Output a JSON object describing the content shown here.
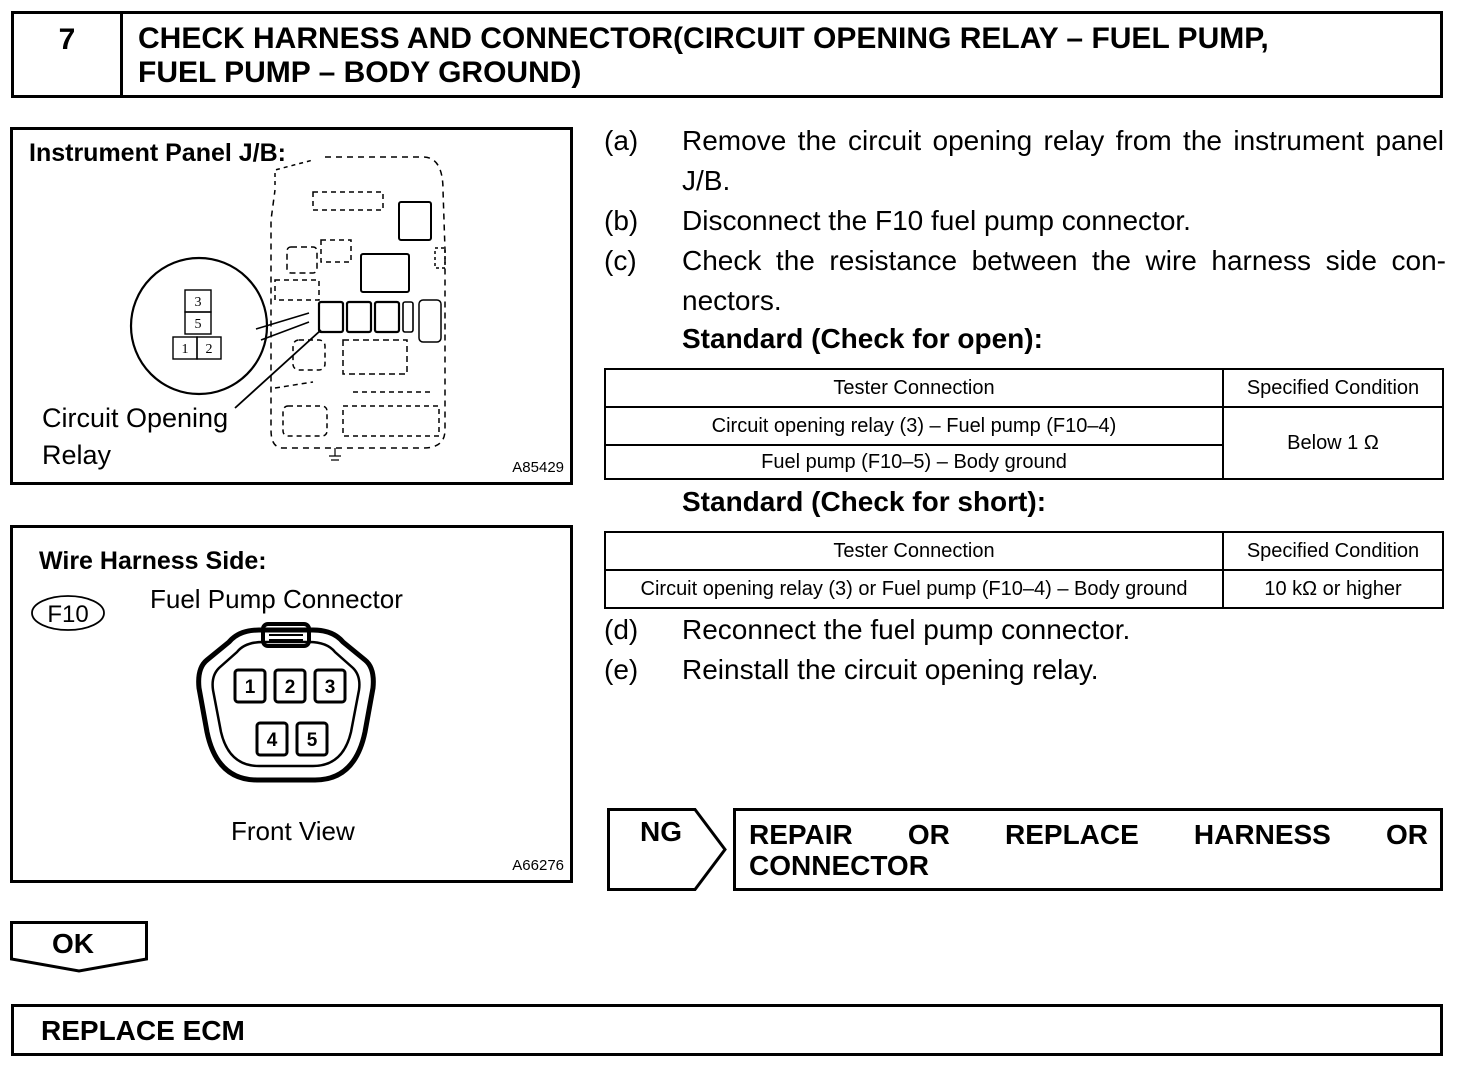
{
  "header": {
    "step_number": "7",
    "title_line1": "CHECK HARNESS AND CONNECTOR(CIRCUIT OPENING RELAY – FUEL PUMP,",
    "title_line2": "FUEL PUMP – BODY GROUND)"
  },
  "figure1": {
    "label": "Instrument Panel J/B:",
    "callout_line1": "Circuit Opening",
    "callout_line2": "Relay",
    "relay_pins": [
      "3",
      "5",
      "1",
      "2"
    ],
    "code": "A85429"
  },
  "figure2": {
    "label": "Wire Harness Side:",
    "connector_id": "F10",
    "connector_name": "Fuel Pump Connector",
    "pins": [
      "1",
      "2",
      "3",
      "4",
      "5"
    ],
    "view": "Front View",
    "code": "A66276"
  },
  "steps": [
    {
      "letter": "(a)",
      "text": "Remove the circuit opening relay from the instrument panel J/B."
    },
    {
      "letter": "(b)",
      "text": "Disconnect the F10 fuel pump connector."
    },
    {
      "letter": "(c)",
      "text": "Check the resistance between the wire harness side con-nectors."
    },
    {
      "letter": "(d)",
      "text": "Reconnect the fuel pump connector."
    },
    {
      "letter": "(e)",
      "text": "Reinstall the circuit opening relay."
    }
  ],
  "standard_open": {
    "label": "Standard (Check for open):",
    "headers": [
      "Tester Connection",
      "Specified Condition"
    ],
    "rows": [
      "Circuit opening relay (3) – Fuel pump (F10–4)",
      "Fuel pump (F10–5) – Body ground"
    ],
    "condition": "Below 1 Ω"
  },
  "standard_short": {
    "label": "Standard (Check for short):",
    "headers": [
      "Tester Connection",
      "Specified Condition"
    ],
    "row": "Circuit opening relay (3) or Fuel pump (F10–4) – Body ground",
    "condition": "10 kΩ or higher"
  },
  "result_ng": {
    "tag": "NG",
    "action_line1": "REPAIR OR REPLACE HARNESS OR",
    "action_line2": "CONNECTOR"
  },
  "result_ok": {
    "tag": "OK",
    "action": "REPLACE ECM"
  }
}
